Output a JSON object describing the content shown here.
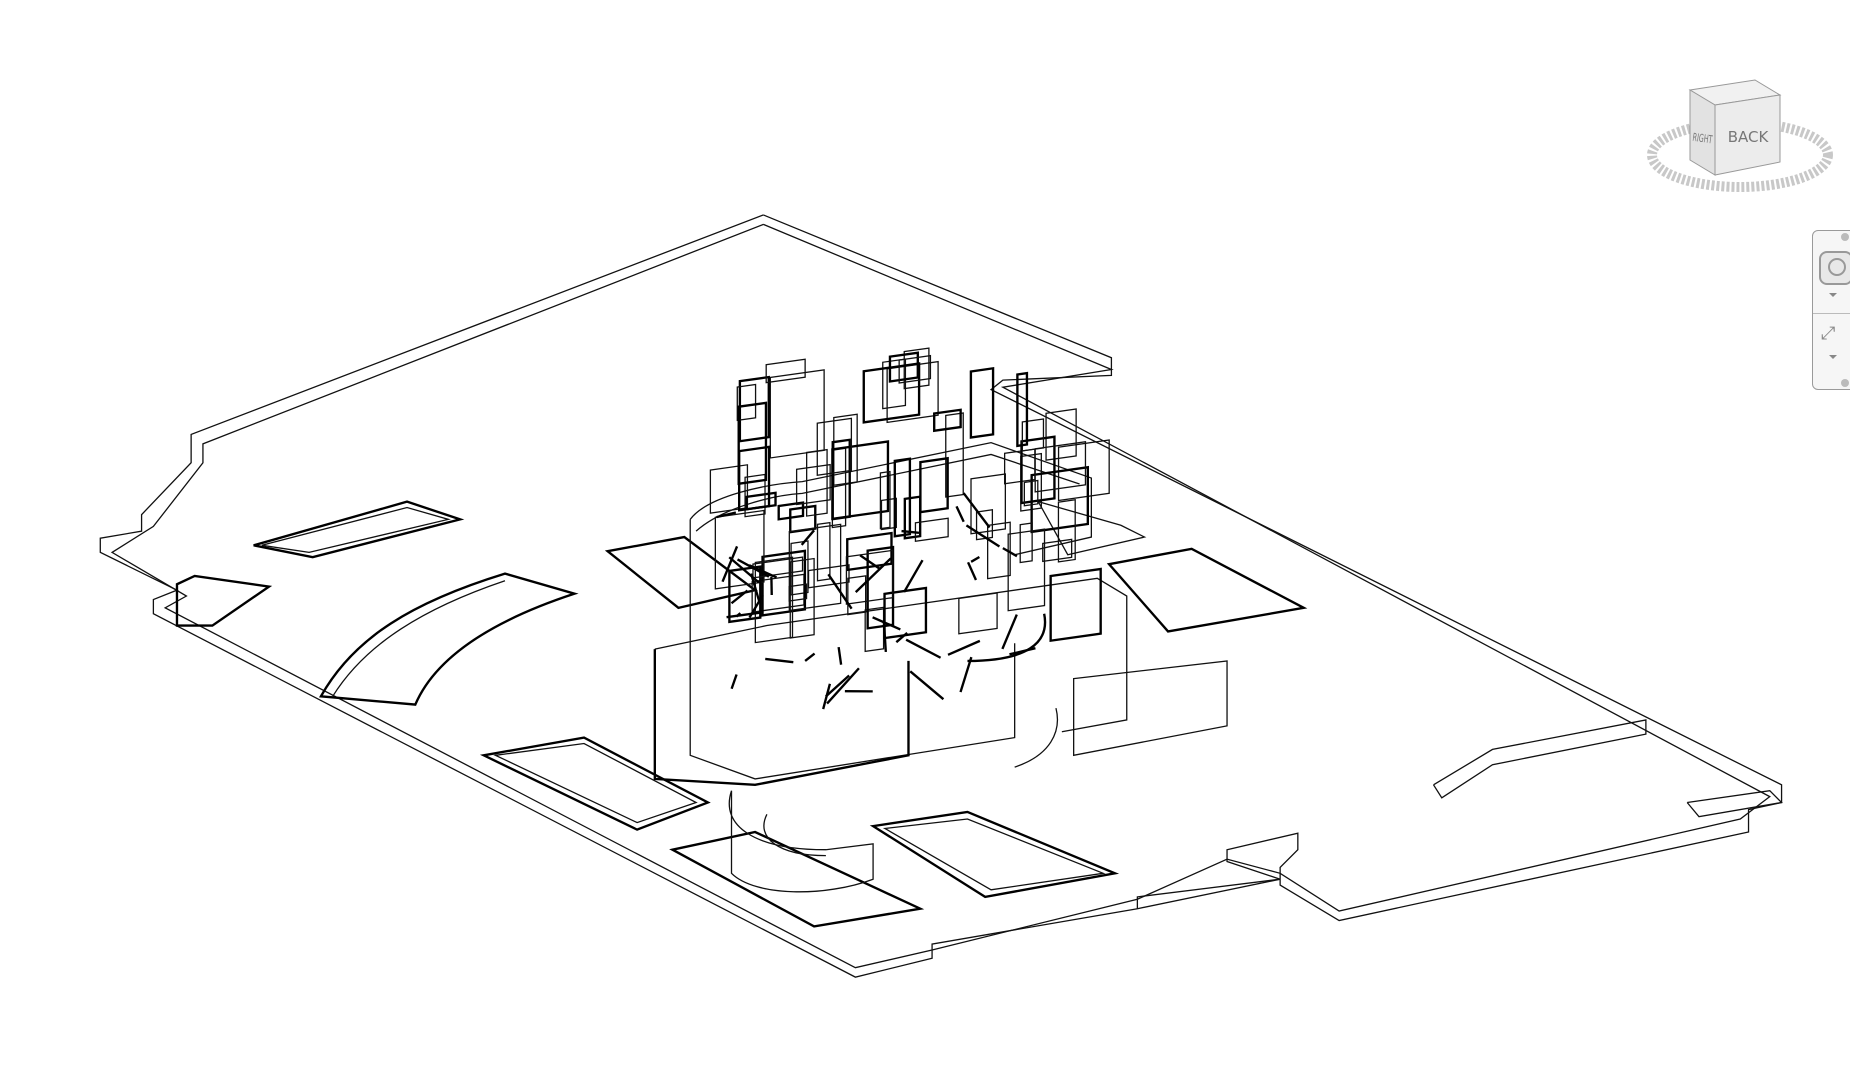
{
  "view": {
    "kind": "3D wireframe model view",
    "line_color": "#111111",
    "background": "#ffffff"
  },
  "viewcube": {
    "faces": {
      "front_visible": "BACK",
      "side_visible": "RIGHT"
    },
    "compass_color": "#d0d0d0"
  },
  "navigation_bar": {
    "tools": [
      "steering-wheel-icon",
      "zoom-extents-icon"
    ]
  }
}
